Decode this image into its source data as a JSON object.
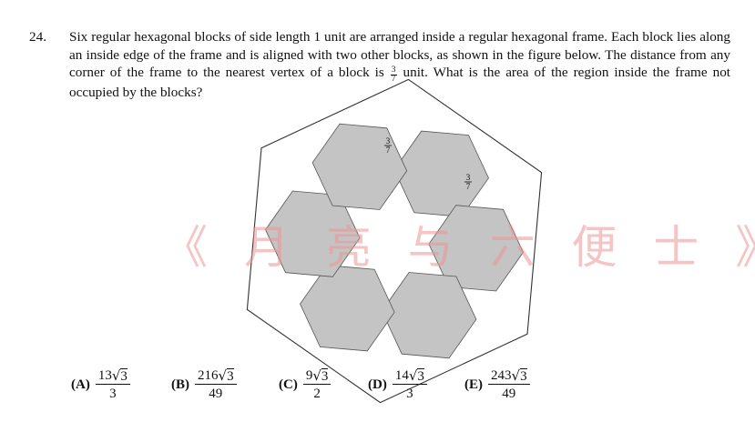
{
  "problem": {
    "number": "24.",
    "text_before_fraction": "Six regular hexagonal blocks of side length 1 unit are arranged inside a regular hexagonal frame. Each block lies along an inside edge of the frame and is aligned with two other blocks, as shown in the figure below. The distance from any corner of the frame to the nearest vertex of a block is",
    "fraction_numerator": "3",
    "fraction_denominator": "7",
    "text_after_fraction": "unit.",
    "question": "What is the area of the region inside the frame not occupied by the blocks?"
  },
  "figure": {
    "label_top_num": "3",
    "label_top_den": "7",
    "label_right_num": "3",
    "label_right_den": "7",
    "block_fill": "#c4c4c4",
    "frame_stroke": "#333333"
  },
  "watermark": {
    "text": "《 月 亮 与 六 便 士 》"
  },
  "choices": [
    {
      "label": "(A)",
      "num_coeff": "13",
      "radicand": "3",
      "den": "3"
    },
    {
      "label": "(B)",
      "num_coeff": "216",
      "radicand": "3",
      "den": "49"
    },
    {
      "label": "(C)",
      "num_coeff": "9",
      "radicand": "3",
      "den": "2"
    },
    {
      "label": "(D)",
      "num_coeff": "14",
      "radicand": "3",
      "den": "3"
    },
    {
      "label": "(E)",
      "num_coeff": "243",
      "radicand": "3",
      "den": "49"
    }
  ]
}
